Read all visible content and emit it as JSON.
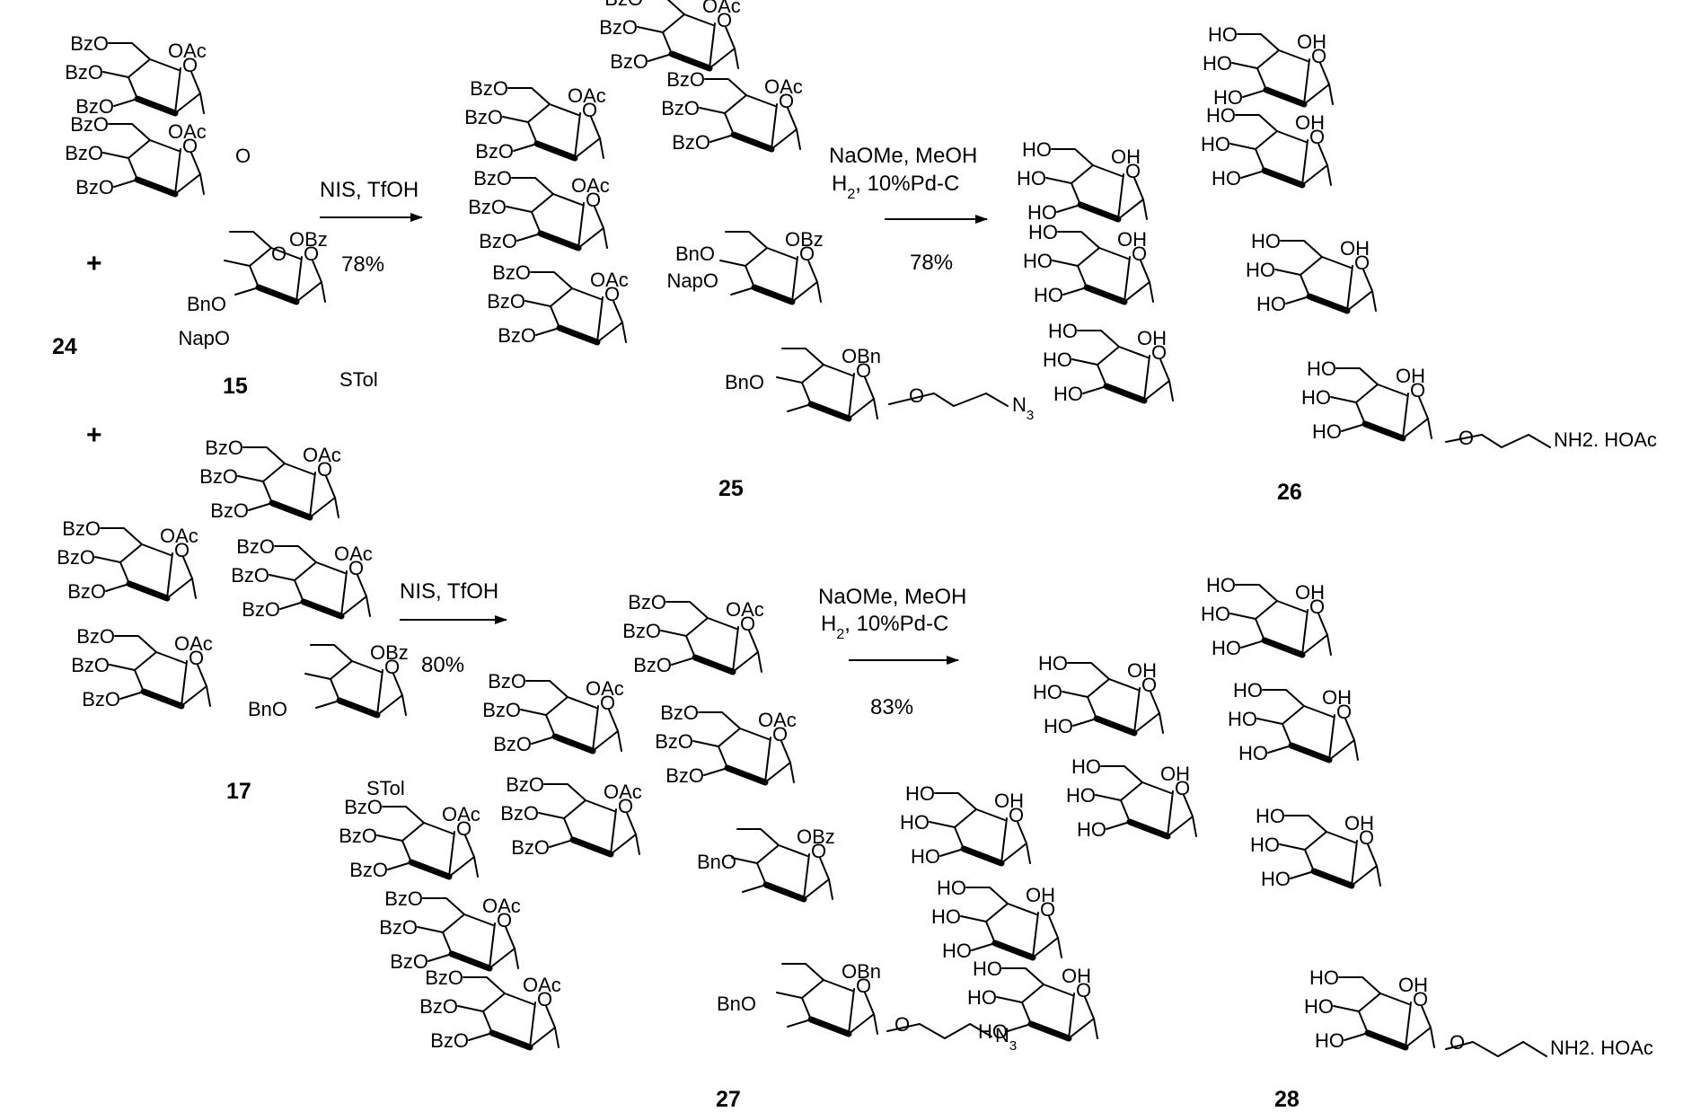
{
  "reactants": [
    {
      "label": "24",
      "donor_label": "15",
      "donor_group": "STol"
    },
    {
      "label": "17",
      "donor_group": "STol"
    }
  ],
  "plus_sign": "+",
  "reactions": [
    {
      "reagents": "NIS, TfOH",
      "yield": "78%",
      "product": "25"
    },
    {
      "reagents_line1": "NaOMe, MeOH",
      "reagents_line2": "H2, 10%Pd-C",
      "yield": "78%",
      "product": "26"
    },
    {
      "reagents": "NIS, TfOH",
      "yield": "80%",
      "product": "27"
    },
    {
      "reagents_line1": "NaOMe, MeOH",
      "reagents_line2": "H2, 10%Pd-C",
      "yield": "83%",
      "product": "28"
    }
  ],
  "groups": {
    "benzoyl_oxy": "BzO",
    "acetyl_oxy": "OAc",
    "benzoyl_oxy_r": "OBz",
    "benzyl_oxy": "BnO",
    "benzyl_oxy_r": "OBn",
    "napthyl_oxy": "NapO",
    "hydroxyl": "HO",
    "hydroxyl_r": "OH",
    "ring_o": "O",
    "azide": "N3",
    "amine_salt": "NH2. HOAc"
  }
}
